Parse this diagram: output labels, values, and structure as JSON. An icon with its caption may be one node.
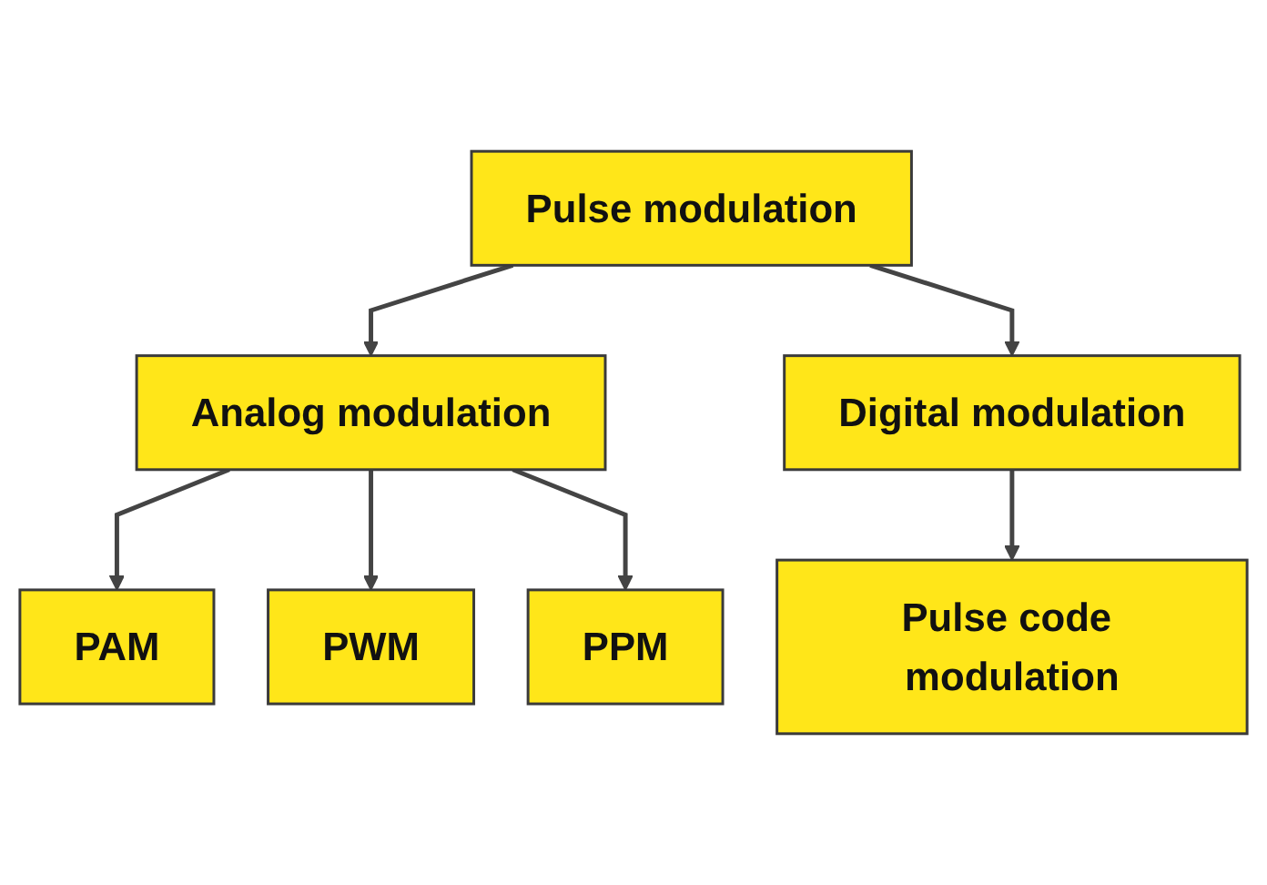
{
  "diagram": {
    "nodes": [
      {
        "text": [
          "Pulse modulation"
        ]
      },
      {
        "text": [
          "Analog modulation"
        ]
      },
      {
        "text": [
          "Digital modulation"
        ]
      },
      {
        "text": [
          "PAM"
        ]
      },
      {
        "text": [
          "PWM"
        ]
      },
      {
        "text": [
          "PPM"
        ]
      },
      {
        "text": [
          "Pulse code modulation"
        ]
      }
    ],
    "edges": [
      {
        "from": 0,
        "to": 1,
        "arrow": "to"
      },
      {
        "from": 0,
        "to": 2,
        "arrow": "to"
      },
      {
        "from": 1,
        "to": 3,
        "arrow": "to"
      },
      {
        "from": 1,
        "to": 4,
        "arrow": "to"
      },
      {
        "from": 1,
        "to": 5,
        "arrow": "to"
      },
      {
        "from": 2,
        "to": 6,
        "arrow": "to"
      }
    ]
  }
}
